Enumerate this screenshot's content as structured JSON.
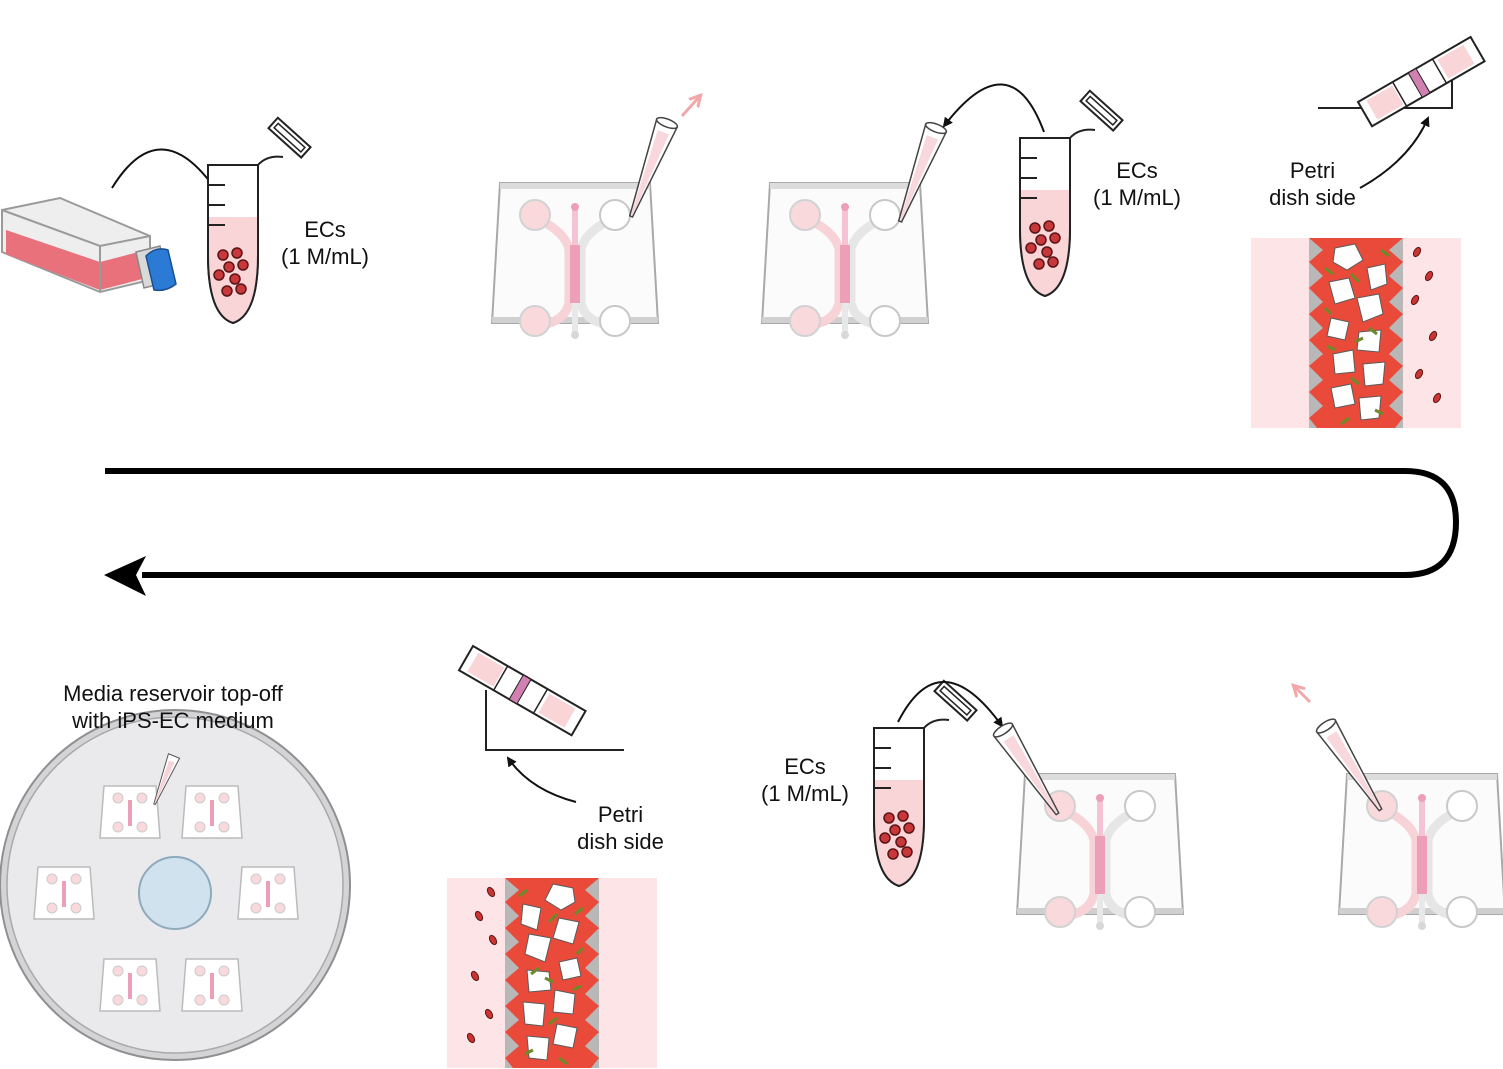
{
  "labels": {
    "ecs_1": [
      "ECs",
      "(1 M/mL)"
    ],
    "ecs_2": [
      "ECs",
      "(1 M/mL)"
    ],
    "petri_1": [
      "Petri",
      "dish side"
    ],
    "petri_2": [
      "Petri",
      "dish side"
    ],
    "ecs_3": [
      "ECs",
      "(1 M/mL)"
    ],
    "media": [
      "Media reservoir top-off",
      "with iPS-EC medium"
    ]
  },
  "colors": {
    "pink_light": "#f9d7da",
    "pink": "#f2a9b4",
    "pink_dark": "#e58ba0",
    "cell_red": "#c0392b",
    "flask_red": "#e8707a",
    "cap_blue": "#2a7ad6",
    "channel_red": "#e8503e",
    "green": "#6c8a2c",
    "gray_edge": "#9a9a9a",
    "dish_gray": "#e9e9eb",
    "dish_center": "#cfe2ee"
  }
}
